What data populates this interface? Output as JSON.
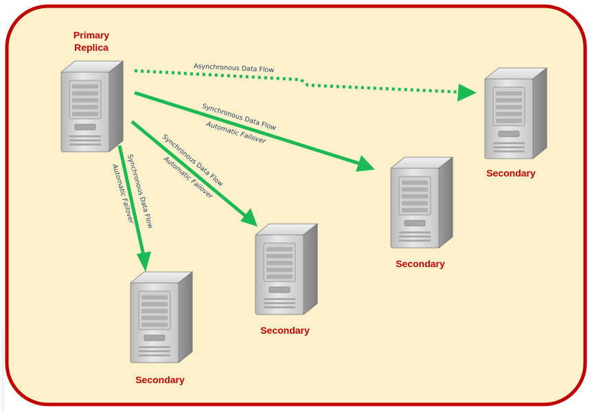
{
  "colors": {
    "frame_border": "#c00000",
    "frame_fill": "#fdf1cc",
    "arrow": "#1db954",
    "label_red": "#c00000",
    "flow_text": "#1f3a5f"
  },
  "nodes": {
    "primary": {
      "line1": "Primary",
      "line2": "Replica",
      "icon": "server-icon"
    },
    "secondary_top_right": {
      "label": "Secondary",
      "icon": "server-icon"
    },
    "secondary_middle_right": {
      "label": "Secondary",
      "icon": "server-icon"
    },
    "secondary_middle": {
      "label": "Secondary",
      "icon": "server-icon"
    },
    "secondary_bottom": {
      "label": "Secondary",
      "icon": "server-icon"
    }
  },
  "flows": {
    "async": {
      "label": "Asynchronous Data Flow",
      "style": "dotted"
    },
    "sync_right": {
      "label": "Synchronous Data Flow",
      "sublabel": "Automatic Failover"
    },
    "sync_middle": {
      "label": "Synchronous Data Flow",
      "sublabel": "Automatic Failover"
    },
    "sync_bottom": {
      "label": "Synchronous Data Flow",
      "sublabel": "Automatic Failover"
    }
  }
}
